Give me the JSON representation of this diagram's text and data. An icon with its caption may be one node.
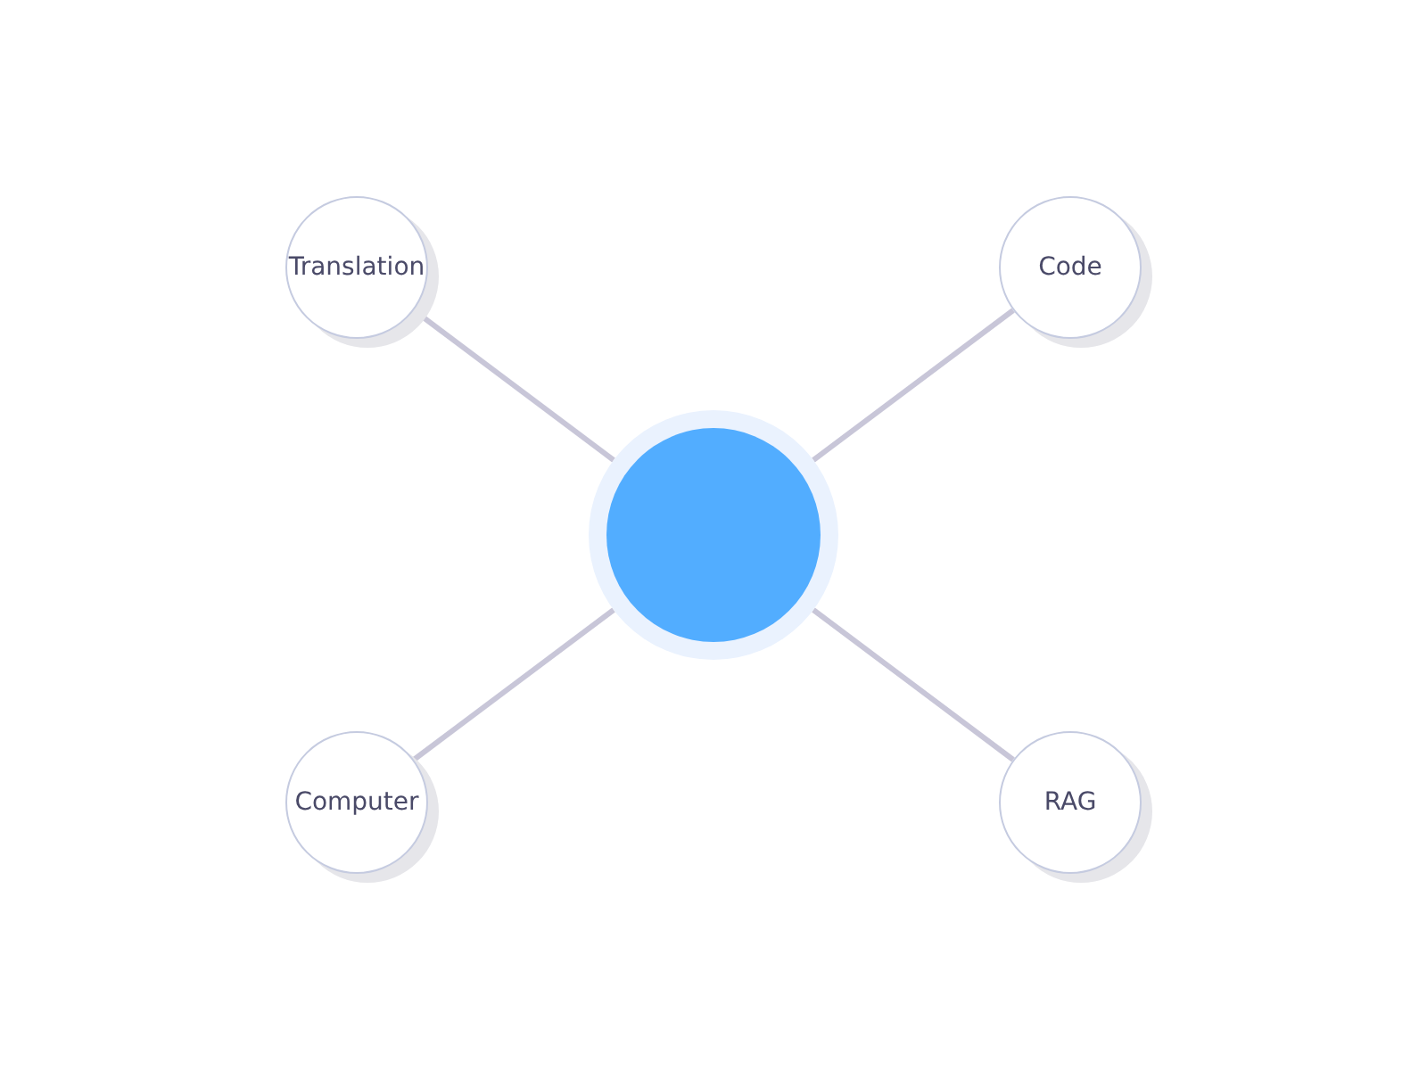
{
  "diagram": {
    "nodes": [
      {
        "text": [
          "Translation"
        ]
      },
      {
        "text": [
          "Code"
        ]
      },
      {
        "text": [],
        "shape": "circle"
      },
      {
        "text": [
          "Computer"
        ]
      },
      {
        "text": [
          "RAG"
        ]
      }
    ],
    "edges": [
      {
        "from": 2,
        "to": 0,
        "arrow": "none"
      },
      {
        "from": 2,
        "to": 1,
        "arrow": "none"
      },
      {
        "from": 2,
        "to": 3,
        "arrow": "none"
      },
      {
        "from": 2,
        "to": 4,
        "arrow": "none"
      }
    ]
  }
}
